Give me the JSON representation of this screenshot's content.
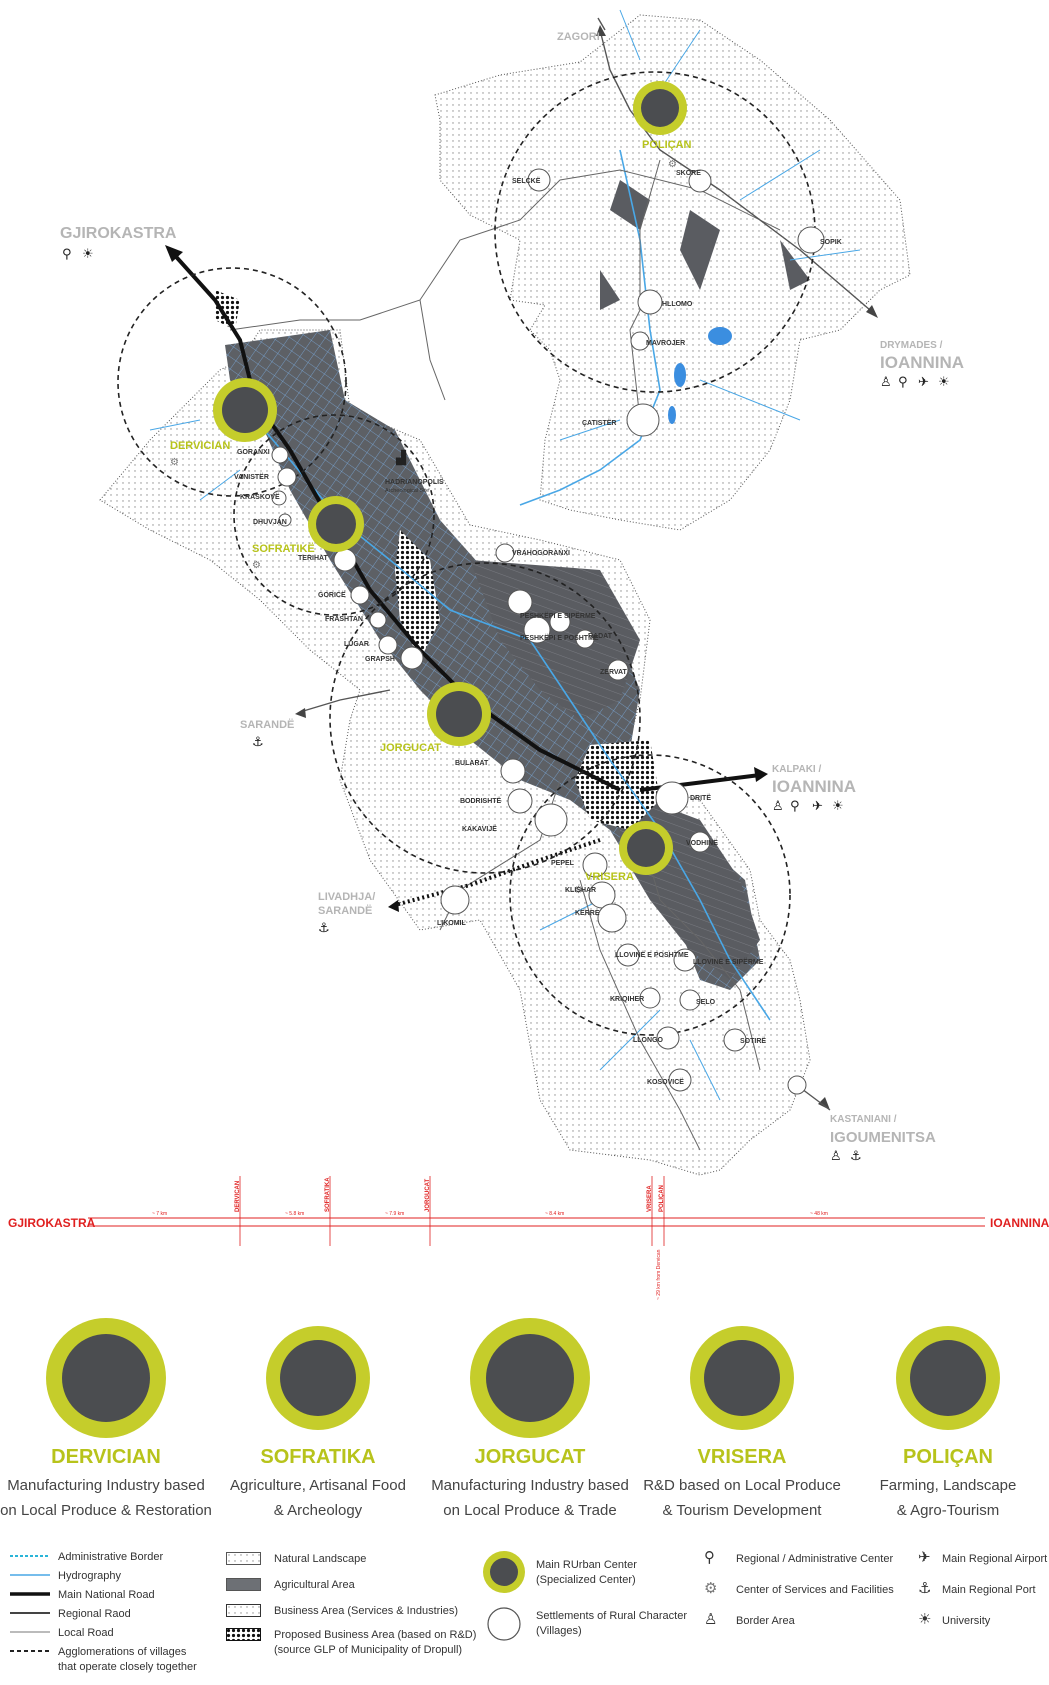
{
  "map": {
    "destinations": [
      {
        "id": "zagori",
        "name": "ZAGORI",
        "symbols": []
      },
      {
        "id": "gjirokastra",
        "name": "GJIROKASTRA",
        "symbols": [
          "regional-admin-icon",
          "university-icon"
        ]
      },
      {
        "id": "drymades",
        "prefix": "DRYMADES /",
        "name": "IOANNINA",
        "symbols": [
          "border-area-icon",
          "regional-admin-icon",
          "airport-icon",
          "university-icon"
        ]
      },
      {
        "id": "sarande",
        "name": "SARANDË",
        "symbols": [
          "port-icon"
        ]
      },
      {
        "id": "kalpaki",
        "prefix": "KALPAKI /",
        "name": "IOANNINA",
        "symbols": [
          "border-area-icon",
          "regional-admin-icon",
          "airport-icon",
          "university-icon"
        ]
      },
      {
        "id": "livadhja",
        "prefix": "LIVADHJA/",
        "name": "SARANDË",
        "symbols": [
          "port-icon"
        ]
      },
      {
        "id": "kastaniani",
        "prefix": "KASTANIANI /",
        "name": "IGOUMENITSA",
        "symbols": [
          "border-area-icon",
          "port-icon"
        ]
      }
    ],
    "centers": [
      "POLIÇAN",
      "DERVICIAN",
      "SOFRATIKË",
      "JORGUCAT",
      "VRISERA"
    ],
    "villages": [
      "SELCKË",
      "SKORE",
      "SOPIK",
      "HLLOMO",
      "MAVROJER",
      "ÇATISTËR",
      "GORANXI",
      "VANISTËR",
      "KRASKOVË",
      "DHUVJAN",
      "TERIHAT",
      "GORICË",
      "FRASHTAN",
      "LUGAR",
      "GRAPSH",
      "VRAHOGORANXI",
      "PESHKËPI E SIPËRME",
      "PESHKËPI E POSHTME",
      "RADAT",
      "ZERVAT",
      "BULARAT",
      "BODRISHTË",
      "KAKAVIJË",
      "DRITË",
      "VODHINË",
      "PEPEL",
      "KLISHAR",
      "KËRRE",
      "LIKOMIL",
      "LLOVINË E POSHTME",
      "LLOVINË E SIPËRME",
      "SELO",
      "KRIQIHER",
      "LLONGO",
      "SOTIRË",
      "KOSOVICË"
    ],
    "site": {
      "name": "HADRIANOPOLIS",
      "sub": "Archeological Site"
    }
  },
  "axis": {
    "start": "GJIROKASTRA",
    "end": "IOANNINA",
    "ticks": [
      "DERVICAN",
      "SOFRATIKA",
      "JORGUCAT",
      "VRISERA",
      "POLIÇAN"
    ],
    "distances": [
      "~ 7 km",
      "~ 5.8 km",
      "~ 7.9 km",
      "~ 8.4 km",
      "~ 48 km"
    ],
    "note": "~ 29 km from Dervican"
  },
  "centers": [
    {
      "name": "DERVICIAN",
      "desc1": "Manufacturing Industry based",
      "desc2": "on Local Produce & Restoration"
    },
    {
      "name": "SOFRATIKA",
      "desc1": "Agriculture, Artisanal Food",
      "desc2": "& Archeology"
    },
    {
      "name": "JORGUCAT",
      "desc1": "Manufacturing Industry based",
      "desc2": "on Local Produce & Trade"
    },
    {
      "name": "VRISERA",
      "desc1": "R&D based on Local Produce",
      "desc2": "& Tourism Development"
    },
    {
      "name": "POLIÇAN",
      "desc1": "Farming, Landscape",
      "desc2": "& Agro-Tourism"
    }
  ],
  "legend": {
    "lines": [
      {
        "label": "Administrative Border"
      },
      {
        "label": "Hydrography"
      },
      {
        "label": "Main National Road"
      },
      {
        "label": "Regional Raod"
      },
      {
        "label": "Local Road"
      },
      {
        "label": "Agglomerations of villages",
        "label2": "that operate closely together"
      }
    ],
    "areas": [
      {
        "label": "Natural Landscape"
      },
      {
        "label": "Agricultural Area"
      },
      {
        "label": "Business Area (Services & Industries)"
      },
      {
        "label": "Proposed Business Area (based on R&D)",
        "label2": "(source GLP of Municipality of Dropull)"
      }
    ],
    "settlements": [
      {
        "label": "Main RUrban Center",
        "label2": "(Specialized Center)"
      },
      {
        "label": "Settlements of Rural Character",
        "label2": "(Villages)"
      }
    ],
    "symbols": [
      {
        "label": "Regional / Administrative Center",
        "icon": "regional-admin-icon"
      },
      {
        "label": "Center of Services and Facilities",
        "icon": "services-gear-icon"
      },
      {
        "label": "Border Area",
        "icon": "border-area-icon"
      },
      {
        "label": "Main Regional Airport",
        "icon": "airport-icon"
      },
      {
        "label": "Main Regional Port",
        "icon": "port-icon"
      },
      {
        "label": "University",
        "icon": "university-icon"
      }
    ]
  },
  "colors": {
    "lime": "#c5cd2b",
    "center_core": "#4b4d50",
    "agri": "#5d6065",
    "hydro": "#49a7e6",
    "axis": "#e02020",
    "dest": "#b5b5b5"
  }
}
